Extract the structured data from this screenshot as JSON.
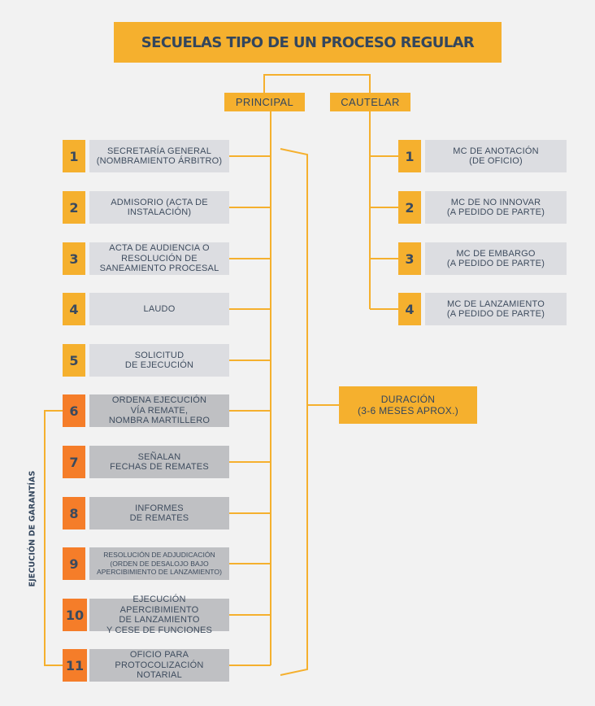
{
  "title": "SECUELAS TIPO DE UN PROCESO REGULAR",
  "branches": {
    "principal": "PRINCIPAL",
    "cautelar": "CAUTELAR"
  },
  "principal_steps": [
    {
      "num": "1",
      "text": "SECRETARÍA GENERAL\n(NOMBRAMIENTO ÁRBITRO)"
    },
    {
      "num": "2",
      "text": "ADMISORIO (ACTA DE\nINSTALACIÓN)"
    },
    {
      "num": "3",
      "text": "ACTA DE AUDIENCIA O\nRESOLUCIÓN DE\nSANEAMIENTO PROCESAL"
    },
    {
      "num": "4",
      "text": "LAUDO"
    },
    {
      "num": "5",
      "text": "SOLICITUD\nDE EJECUCIÓN"
    },
    {
      "num": "6",
      "text": "ORDENA EJECUCIÓN\nVÍA REMATE,\nNOMBRA MARTILLERO"
    },
    {
      "num": "7",
      "text": "SEÑALAN\nFECHAS DE REMATES"
    },
    {
      "num": "8",
      "text": "INFORMES\nDE REMATES"
    },
    {
      "num": "9",
      "text": "RESOLUCIÓN DE ADJUDICACIÓN\n(ORDEN DE DESALOJO BAJO\nAPERCIBIMIENTO DE LANZAMIENTO)"
    },
    {
      "num": "10",
      "text": "EJECUCIÓN APERCIBIMIENTO\nDE LANZAMIENTO\nY CESE DE FUNCIONES"
    },
    {
      "num": "11",
      "text": "OFICIO PARA\nPROTOCOLIZACIÓN\nNOTARIAL"
    }
  ],
  "cautelar_steps": [
    {
      "num": "1",
      "text": "MC DE ANOTACIÓN\n(DE OFICIO)"
    },
    {
      "num": "2",
      "text": "MC DE NO INNOVAR\n(A PEDIDO DE PARTE)"
    },
    {
      "num": "3",
      "text": "MC DE EMBARGO\n(A PEDIDO DE PARTE)"
    },
    {
      "num": "4",
      "text": "MC DE LANZAMIENTO\n(A PEDIDO DE PARTE)"
    }
  ],
  "duration": "DURACIÓN\n(3-6 MESES APROX.)",
  "side_label": "EJECUCIÓN DE GARANTÍAS",
  "colors": {
    "orange": "#f5b02e",
    "red_orange": "#f57d29",
    "light_box": "#dcdde1",
    "dark_box": "#bfc0c3",
    "navy": "#33465d"
  }
}
